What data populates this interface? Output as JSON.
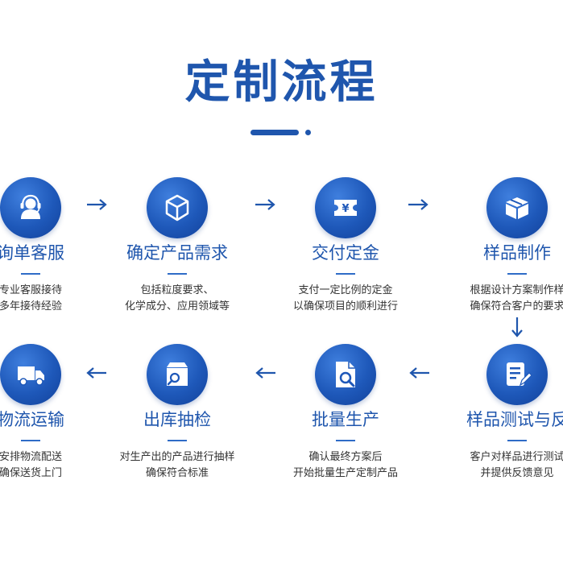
{
  "title": "定制流程",
  "colors": {
    "primary": "#1f56ad",
    "text": "#333333"
  },
  "steps": [
    {
      "title": "询单客服",
      "lines": [
        "专业客服接待",
        "多年接待经验"
      ],
      "icon": "headset-icon"
    },
    {
      "title": "确定产品需求",
      "lines": [
        "包括粒度要求、",
        "化学成分、应用领域等"
      ],
      "icon": "cube-icon"
    },
    {
      "title": "交付定金",
      "lines": [
        "支付一定比例的定金",
        "以确保项目的顺利进行"
      ],
      "icon": "yuan-ticket-icon"
    },
    {
      "title": "样品制作",
      "lines": [
        "根据设计方案制作样",
        "确保符合客户的要求"
      ],
      "icon": "box-icon"
    },
    {
      "title": "样品测试与反",
      "lines": [
        "客户对样品进行测试",
        "并提供反馈意见"
      ],
      "icon": "document-edit-icon"
    },
    {
      "title": "批量生产",
      "lines": [
        "确认最终方案后",
        "开始批量生产定制产品"
      ],
      "icon": "file-wrench-icon"
    },
    {
      "title": "出库抽检",
      "lines": [
        "对生产出的产品进行抽样",
        "确保符合标准"
      ],
      "icon": "box-magnifier-icon"
    },
    {
      "title": "物流运输",
      "lines": [
        "安排物流配送",
        "确保送货上门"
      ],
      "icon": "truck-icon"
    }
  ]
}
